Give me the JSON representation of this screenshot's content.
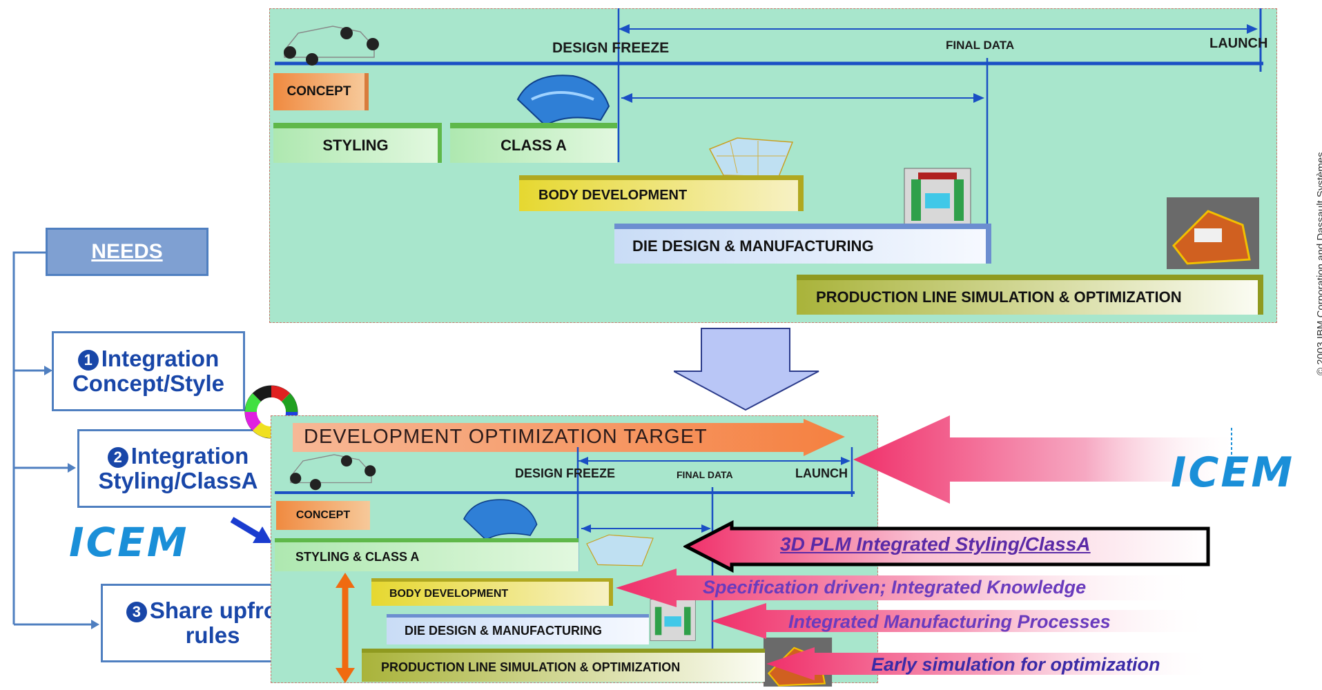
{
  "copyright": "© 2003 IBM Corporation and Dassault Systèmes",
  "needs": {
    "title": "NEEDS",
    "items": [
      {
        "num": "1",
        "line1": "Integration",
        "line2": "Concept/Style"
      },
      {
        "num": "2",
        "line1": "Integration",
        "line2": "Styling/ClassA"
      },
      {
        "num": "3",
        "line1": "Share upfront",
        "line2": "rules"
      }
    ]
  },
  "logo_text": "ICEM",
  "top_panel": {
    "milestones": {
      "design_freeze": "DESIGN FREEZE",
      "final_data": "FINAL DATA",
      "launch": "LAUNCH"
    },
    "phases": {
      "concept": "CONCEPT",
      "styling": "STYLING",
      "class_a": "CLASS A",
      "body": "BODY DEVELOPMENT",
      "die": "DIE DESIGN & MANUFACTURING",
      "production": "PRODUCTION LINE SIMULATION & OPTIMIZATION"
    }
  },
  "bottom_panel": {
    "target": "DEVELOPMENT OPTIMIZATION TARGET",
    "milestones": {
      "design_freeze": "DESIGN FREEZE",
      "final_data": "FINAL DATA",
      "launch": "LAUNCH"
    },
    "phases": {
      "concept": "CONCEPT",
      "styling_class_a": "STYLING & CLASS A",
      "body": "BODY DEVELOPMENT",
      "die": "DIE DESIGN & MANUFACTURING",
      "production": "PRODUCTION LINE SIMULATION & OPTIMIZATION"
    }
  },
  "annotations": {
    "plm": "3D PLM Integrated Styling/ClassA",
    "spec": "Specification driven; Integrated Knowledge",
    "mfg": "Integrated Manufacturing Processes",
    "sim": "Early simulation for optimization"
  },
  "colors": {
    "panel": "#a8e6cc",
    "timeline": "#1a4fc4",
    "concept": "#f0a060",
    "styling": "#bfeec0",
    "body": "#e8e070",
    "die": "#d6e4f8",
    "production": "#b7c150",
    "arrow_pink": "#f0306a",
    "needs_box": "#4f7fc0"
  }
}
